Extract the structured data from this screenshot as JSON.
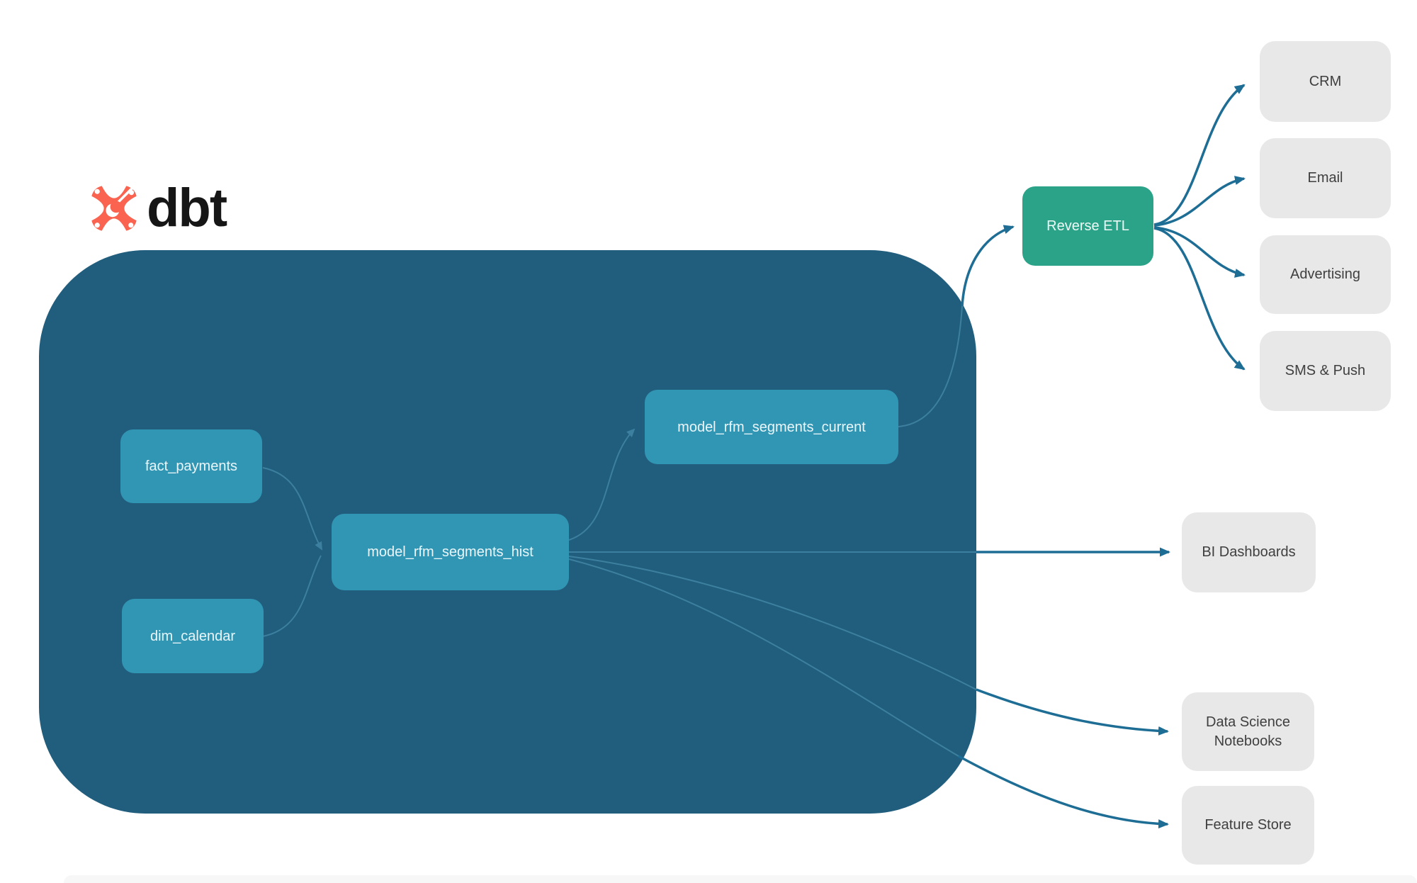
{
  "logo": {
    "brand": "dbt"
  },
  "colors": {
    "page_bg": "#ffffff",
    "container_fill": "#215e7d",
    "node_fill": "#3196b4",
    "node_text": "#eaf6fa",
    "reverse_etl_fill": "#2ba388",
    "reverse_etl_text": "#eefaf6",
    "dest_fill": "#e8e8e8",
    "dest_text": "#3f3f3f",
    "edge_internal": "#3c7f9e",
    "edge_external": "#1d6d95",
    "logo_orange": "#f9634f",
    "brand_text": "#161616",
    "footer_strip": "#f7f7f8"
  },
  "warehouse_nodes": {
    "fact_payments": "fact_payments",
    "dim_calendar": "dim_calendar",
    "hist": "model_rfm_segments_hist",
    "current": "model_rfm_segments_current"
  },
  "reverse_etl": {
    "label": "Reverse ETL"
  },
  "destinations": {
    "crm": "CRM",
    "email": "Email",
    "advertising": "Advertising",
    "sms_push": "SMS & Push",
    "bi_dashboards": "BI Dashboards",
    "ds_notebooks": "Data Science Notebooks",
    "feature_store": "Feature Store"
  },
  "edges": [
    {
      "from": "fact_payments",
      "to": "model_rfm_segments_hist"
    },
    {
      "from": "dim_calendar",
      "to": "model_rfm_segments_hist"
    },
    {
      "from": "model_rfm_segments_hist",
      "to": "model_rfm_segments_current"
    },
    {
      "from": "model_rfm_segments_hist",
      "to": "BI Dashboards"
    },
    {
      "from": "model_rfm_segments_hist",
      "to": "Data Science Notebooks"
    },
    {
      "from": "model_rfm_segments_hist",
      "to": "Feature Store"
    },
    {
      "from": "model_rfm_segments_current",
      "to": "Reverse ETL"
    },
    {
      "from": "Reverse ETL",
      "to": "CRM"
    },
    {
      "from": "Reverse ETL",
      "to": "Email"
    },
    {
      "from": "Reverse ETL",
      "to": "Advertising"
    },
    {
      "from": "Reverse ETL",
      "to": "SMS & Push"
    }
  ]
}
